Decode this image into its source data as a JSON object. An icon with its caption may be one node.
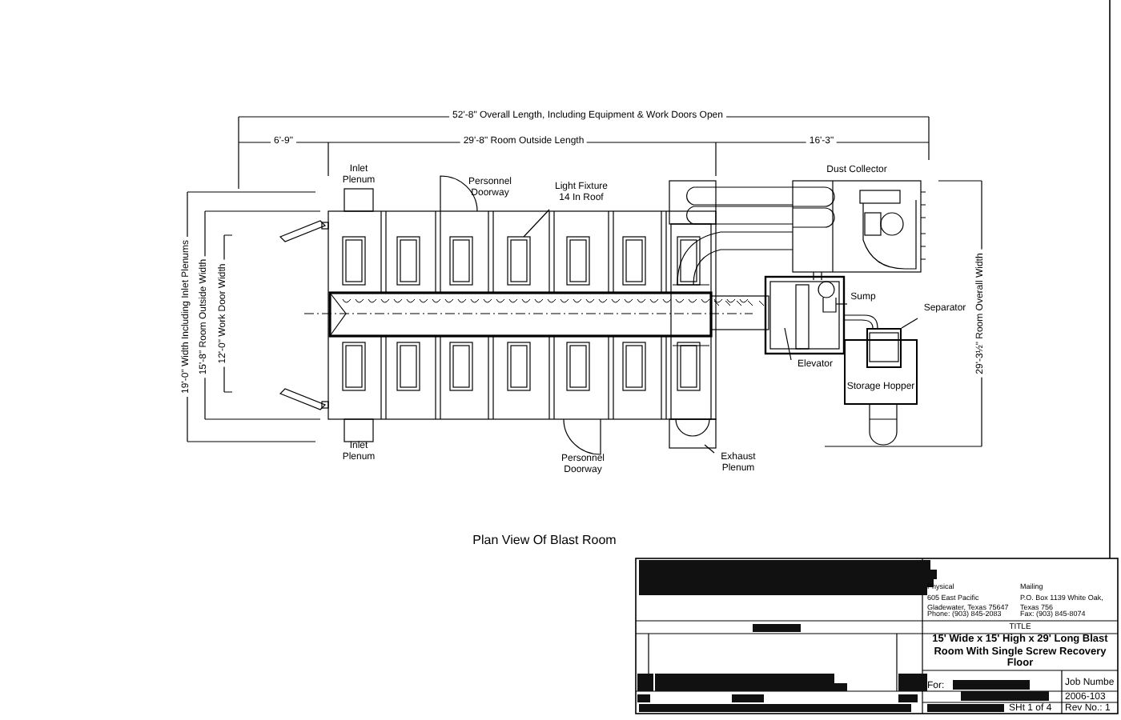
{
  "diagram": {
    "caption": "Plan View Of Blast Room",
    "nodes": [
      {
        "text": [
          "Light Fixture 14 In Roof"
        ]
      },
      {
        "text": [
          "Sump"
        ]
      },
      {
        "text": [
          "Separator"
        ]
      },
      {
        "text": [
          "Elevator"
        ]
      },
      {
        "text": [
          "Exhaust Plenum"
        ]
      },
      {
        "text": [
          "Storage Hopper"
        ]
      },
      {
        "text": [],
        "shape": "box"
      }
    ],
    "edges": [
      {
        "from": 0,
        "to": null,
        "arrow": "none"
      },
      {
        "from": 1,
        "to": null,
        "arrow": "none"
      },
      {
        "from": 2,
        "to": 6,
        "arrow": "none"
      },
      {
        "from": 3,
        "to": null,
        "arrow": "none"
      },
      {
        "from": 4,
        "to": null,
        "arrow": "none"
      }
    ],
    "labels": [
      "52'-8\" Overall Length, Including Equipment & Work Doors Open",
      "6'-9\"",
      "29'-8\" Room Outside Length",
      "16'-3\"",
      "Inlet Plenum",
      "Personnel Doorway",
      "Dust Collector",
      "19'-0\" Width Including Inlet Plenums",
      "15'-8\" Room Outside Width",
      "12'-0\" Work Door Width",
      "29'-3½\" Room Overall Width",
      "Inlet Plenum",
      "Personnel Doorway",
      "Physical",
      "Mailing",
      "605 East Pacific Gladewater, Texas 75647",
      "P.O. Box 1139 White Oak, Texas 756",
      "Phone: (903) 845-2083",
      "Fax: (903) 845-8074",
      "TITLE",
      "15' Wide x 15' High x 29' Long Blast Room With Single Screw Recovery Floor",
      "For:",
      "Job Numbe",
      "2006-103",
      "SHt 1 of 4",
      "Rev No.: 1"
    ]
  }
}
